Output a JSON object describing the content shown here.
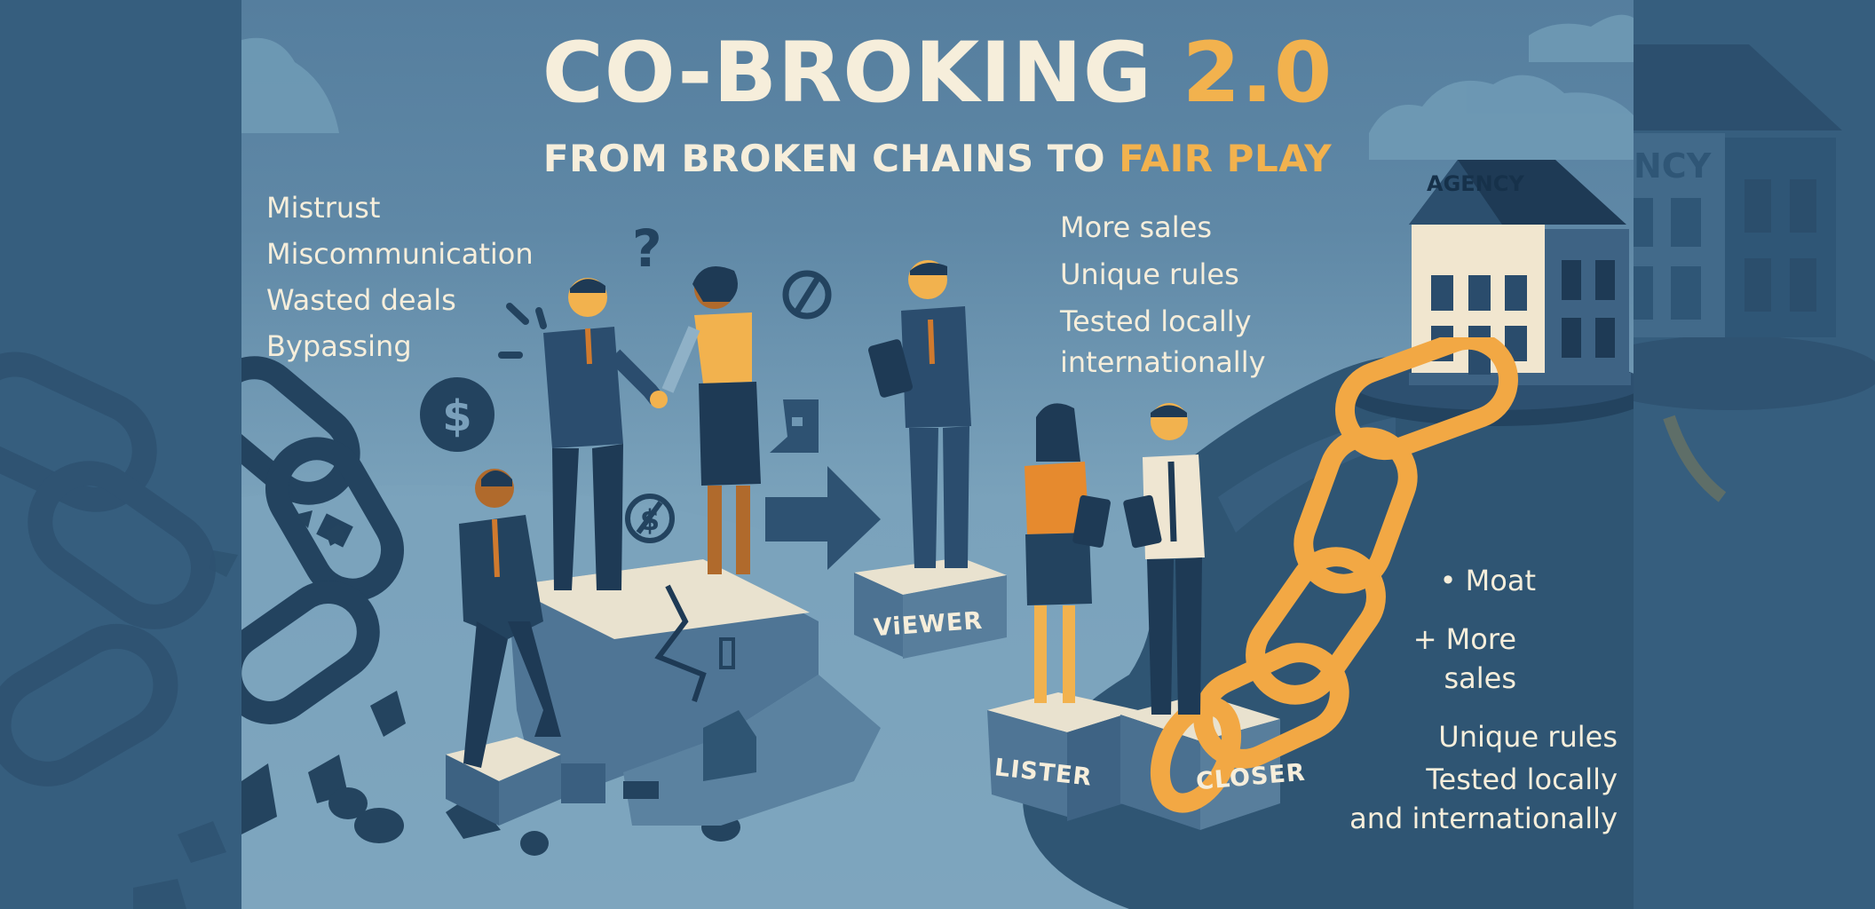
{
  "title": {
    "main": "CO-BROKING",
    "version": "2.0",
    "subtitle_prefix": "FROM BROKEN CHAINS TO",
    "subtitle_accent": "FAIR PLAY"
  },
  "problems": {
    "items": [
      "Mistrust",
      "Miscommunication",
      "Wasted deals",
      "Bypassing"
    ]
  },
  "benefits_top": {
    "items": [
      "More sales",
      "Unique rules",
      "Tested locally",
      "internationally"
    ]
  },
  "benefits_bottom": {
    "items": [
      {
        "bullet": "•",
        "text": "Moat"
      },
      {
        "bullet": "+",
        "text": "More"
      },
      {
        "bullet": "",
        "text": "sales"
      },
      {
        "bullet": "",
        "text": "Unique rules"
      },
      {
        "bullet": "",
        "text": "Tested locally"
      },
      {
        "bullet": "",
        "text": "and internationally"
      }
    ]
  },
  "roles": {
    "viewer": "ViEWER",
    "lister": "LISTER",
    "closer": "CLOSER"
  },
  "building": {
    "label": "AGENCY",
    "side_label_partial": "NCY"
  },
  "icons": [
    "question-mark-icon",
    "dollar-coin-icon",
    "forbidden-icon",
    "crossed-out-coin-icon",
    "arrow-right-icon",
    "broken-chain-icon",
    "golden-chain-icon"
  ],
  "colors": {
    "cream": "#f6eedb",
    "accent_orange": "#f2b24e",
    "navy": "#1e3a55",
    "sky_blue": "#5f88a6",
    "light_blue": "#82a9c1",
    "dark_region": "#2f5573",
    "side_panel": "#365e7e"
  }
}
